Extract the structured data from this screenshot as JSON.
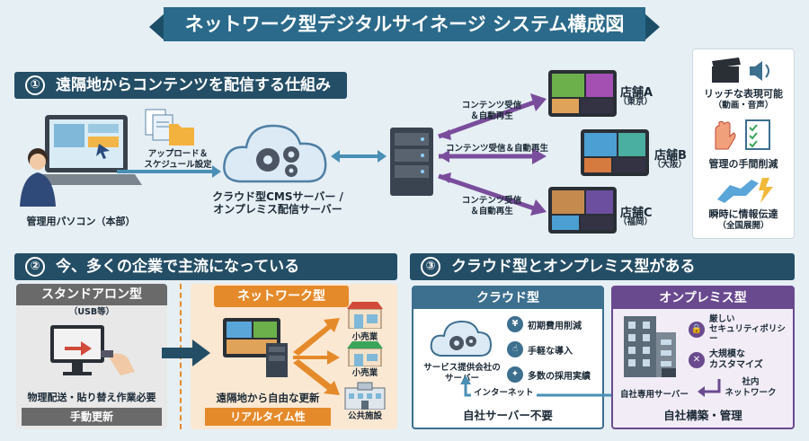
{
  "title": "ネットワーク型デジタルサイネージ システム構成図",
  "section1": {
    "number": "①",
    "heading": "遠隔地からコンテンツを配信する仕組み",
    "pc_label": "管理用パソコン（本部）",
    "upload_label": "アップロード＆\nスケジュール設定",
    "server_label": "クラウド型CMSサーバー /\nオンプレミス配信サーバー",
    "stores": [
      {
        "name": "店舗A",
        "region": "（東京）",
        "arrow_label": "コンテンツ受信\n＆自動再生"
      },
      {
        "name": "店舗B",
        "region": "（大阪）",
        "arrow_label": "コンテンツ受信＆自動再生"
      },
      {
        "name": "店舗C",
        "region": "（福岡）",
        "arrow_label": "コンテンツ受信\n＆自動再生"
      }
    ]
  },
  "benefits": [
    {
      "icon": "clapper-speaker-icon",
      "label": "リッチな表現可能",
      "sub": "（動画・音声）"
    },
    {
      "icon": "hand-checklist-icon",
      "label": "管理の手間削減",
      "sub": ""
    },
    {
      "icon": "map-lightning-icon",
      "label": "瞬時に情報伝達",
      "sub": "（全国展開）"
    }
  ],
  "section2": {
    "number": "②",
    "heading": "今、多くの企業で主流になっている",
    "standalone": {
      "header": "スタンドアロン型",
      "sub": "（USB等）",
      "desc": "物理配送・貼り替え作業必要",
      "footer": "手動更新"
    },
    "network": {
      "header": "ネットワーク型",
      "desc": "遠隔地から自由な更新",
      "footer": "リアルタイム性",
      "places": [
        "小売業",
        "小売業",
        "公共施設"
      ]
    }
  },
  "section3": {
    "number": "③",
    "heading": "クラウド型とオンプレミス型がある",
    "cloud": {
      "header": "クラウド型",
      "provider_label": "サービス提供会社の\nサーバー",
      "items": [
        "初期費用削減",
        "手軽な導入",
        "多数の採用実績"
      ],
      "footer": "自社サーバー不要"
    },
    "onprem": {
      "header": "オンプレミス型",
      "items": [
        "厳しい\nセキュリティポリシー",
        "大規模な\nカスタマイズ"
      ],
      "network_label": "社内\nネットワーク",
      "server_label": "自社専用サーバー",
      "footer": "自社構築・管理"
    },
    "internet_label": "インターネット"
  },
  "colors": {
    "navy": "#244e66",
    "ribbon": "#2b6a8a",
    "purple": "#6a4a8f",
    "orange": "#e58a2a",
    "cloud_blue": "#3d6f8e"
  }
}
